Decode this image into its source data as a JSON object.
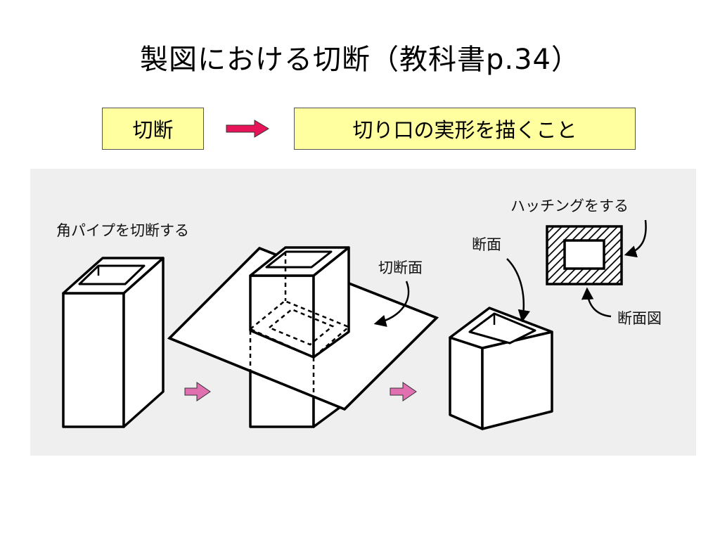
{
  "slide": {
    "title": "製図における切断（教科書p.34）",
    "term": "切断",
    "definition": "切り口の実形を描くこと"
  },
  "figure": {
    "caption_left": "角パイプを切断する",
    "label_cutting_plane": "切断面",
    "label_section": "断面",
    "label_hatching": "ハッチングをする",
    "label_section_view": "断面図"
  },
  "colors": {
    "box_fill": "#ffffa0",
    "arrow_red": "#e8145a",
    "arrow_pink": "#e070b0",
    "panel_bg": "#efefef"
  }
}
